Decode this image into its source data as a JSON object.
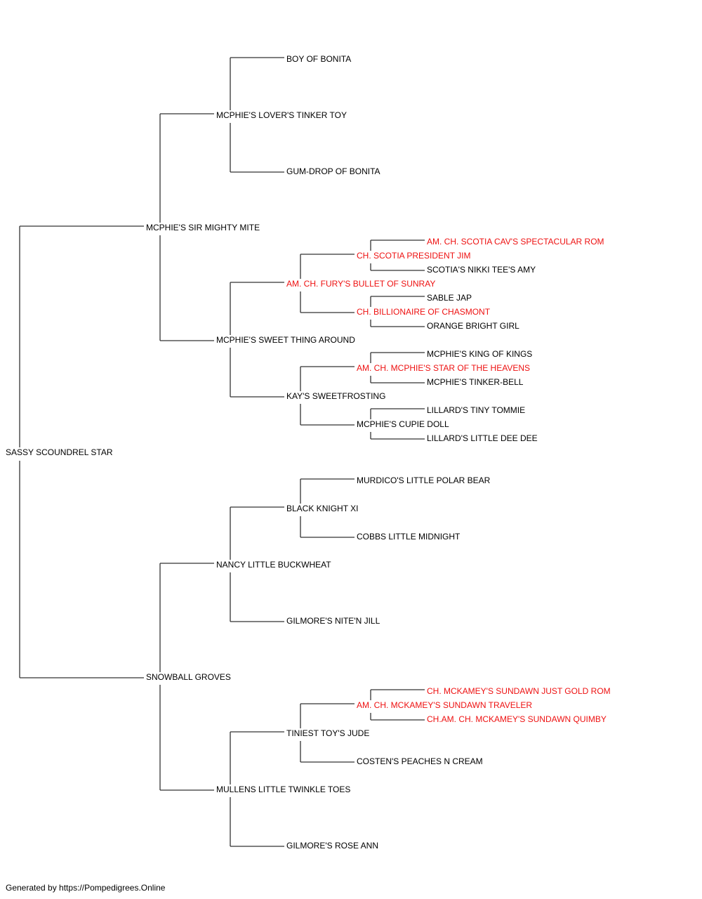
{
  "pedigree": {
    "subject": "SASSY SCOUNDREL STAR",
    "sire": "MCPHIE'S SIR MIGHTY MITE",
    "sire_sire": "MCPHIE'S LOVER'S TINKER TOY",
    "sire_sire_sire": "BOY OF BONITA",
    "sire_sire_dam": "GUM-DROP OF BONITA",
    "sire_dam": "MCPHIE'S SWEET THING AROUND",
    "sire_dam_sire": "AM. CH. FURY'S BULLET OF SUNRAY",
    "sire_dam_sire_sire": "CH. SCOTIA PRESIDENT JIM",
    "sire_dam_sire_sire_sire": "AM. CH. SCOTIA CAV'S SPECTACULAR ROM",
    "sire_dam_sire_sire_dam": "SCOTIA'S NIKKI TEE'S AMY",
    "sire_dam_sire_dam": "CH. BILLIONAIRE OF CHASMONT",
    "sire_dam_sire_dam_sire": "SABLE JAP",
    "sire_dam_sire_dam_dam": "ORANGE BRIGHT GIRL",
    "sire_dam_dam": "KAY'S SWEETFROSTING",
    "sire_dam_dam_sire": "AM. CH. MCPHIE'S STAR OF THE HEAVENS",
    "sire_dam_dam_sire_sire": "MCPHIE'S KING OF KINGS",
    "sire_dam_dam_sire_dam": "MCPHIE'S TINKER-BELL",
    "sire_dam_dam_dam": "MCPHIE'S CUPIE DOLL",
    "sire_dam_dam_dam_sire": "LILLARD'S TINY TOMMIE",
    "sire_dam_dam_dam_dam": "LILLARD'S LITTLE DEE DEE",
    "dam": "SNOWBALL GROVES",
    "dam_sire": "NANCY LITTLE BUCKWHEAT",
    "dam_sire_sire": "BLACK KNIGHT XI",
    "dam_sire_sire_sire": "MURDICO'S LITTLE POLAR BEAR",
    "dam_sire_sire_dam": "COBBS LITTLE MIDNIGHT",
    "dam_sire_dam": "GILMORE'S NITE'N JILL",
    "dam_dam": "MULLENS LITTLE TWINKLE TOES",
    "dam_dam_sire": "TINIEST TOY'S JUDE",
    "dam_dam_sire_sire": "AM. CH. MCKAMEY'S SUNDAWN TRAVELER",
    "dam_dam_sire_sire_sire": "CH. MCKAMEY'S SUNDAWN JUST GOLD ROM",
    "dam_dam_sire_sire_dam": "CH.AM. CH. MCKAMEY'S SUNDAWN QUIMBY",
    "dam_dam_sire_dam": "COSTEN'S PEACHES N CREAM",
    "dam_dam_dam": "GILMORE'S ROSE ANN"
  },
  "footer": "Generated by https://Pompedigrees.Online",
  "colors": {
    "champion": "#ee1111",
    "normal": "#000000",
    "line": "#333333"
  }
}
